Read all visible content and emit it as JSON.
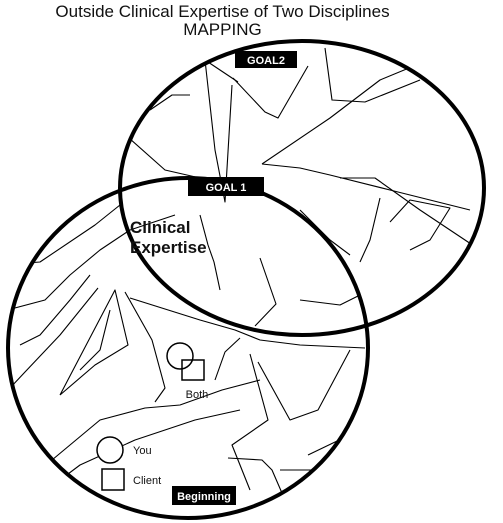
{
  "title": {
    "line1": "Outside Clinical Expertise of Two Disciplines",
    "line2": "MAPPING"
  },
  "labels": {
    "goal2": "GOAL2",
    "goal1": "GOAL 1",
    "clinical_line1": "Clinical",
    "clinical_line2": "Expertise",
    "both": "Both",
    "you": "You",
    "client": "Client",
    "beginning": "Beginning"
  },
  "colors": {
    "ink": "#000000",
    "background": "#ffffff",
    "tag_fill": "#000000",
    "tag_text": "#ffffff"
  }
}
